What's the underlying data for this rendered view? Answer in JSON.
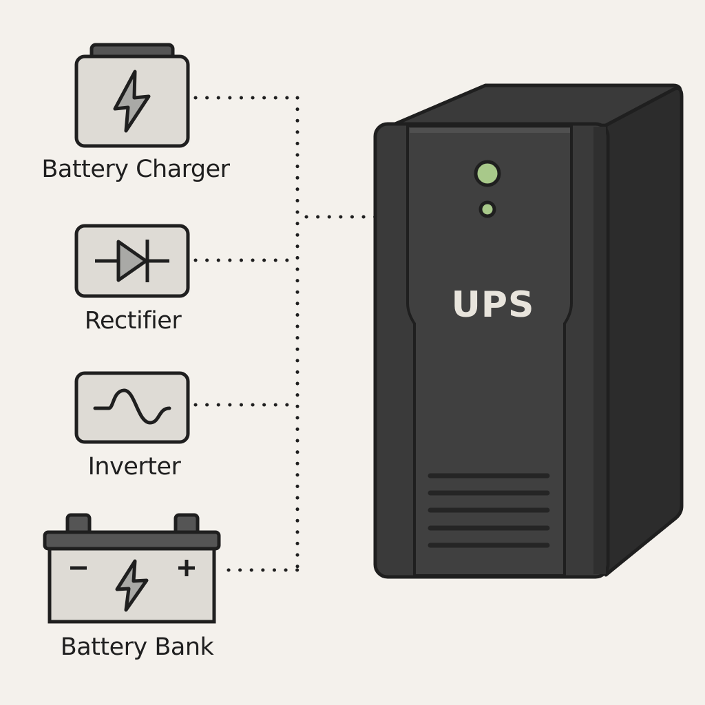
{
  "diagram": {
    "type": "component-connection",
    "main_device": {
      "label": "UPS",
      "indicators": [
        {
          "name": "power-led-large",
          "color": "#a8c98a"
        },
        {
          "name": "status-led-small",
          "color": "#a8c98a"
        }
      ],
      "vent_slots": 5
    },
    "components": [
      {
        "id": "battery-charger",
        "label": "Battery Charger",
        "icon": "lightning-bolt-icon"
      },
      {
        "id": "rectifier",
        "label": "Rectifier",
        "icon": "diode-icon"
      },
      {
        "id": "inverter",
        "label": "Inverter",
        "icon": "sine-wave-icon"
      },
      {
        "id": "battery-bank",
        "label": "Battery Bank",
        "icon": "battery-icon",
        "terminals": {
          "negative": "−",
          "positive": "+"
        }
      }
    ],
    "connections": [
      {
        "from": "battery-charger",
        "to": "UPS",
        "style": "dotted"
      },
      {
        "from": "rectifier",
        "to": "UPS",
        "style": "dotted"
      },
      {
        "from": "inverter",
        "to": "UPS",
        "style": "dotted"
      },
      {
        "from": "battery-bank",
        "to": "UPS",
        "style": "dotted"
      }
    ],
    "colors": {
      "background": "#f4f1ec",
      "component_fill": "#dedbd5",
      "outline": "#1f1f1f",
      "ups_body": "#3a3a3a",
      "ups_side": "#2c2c2c",
      "led": "#a8c98a",
      "ups_text": "#e8e4dc"
    }
  }
}
